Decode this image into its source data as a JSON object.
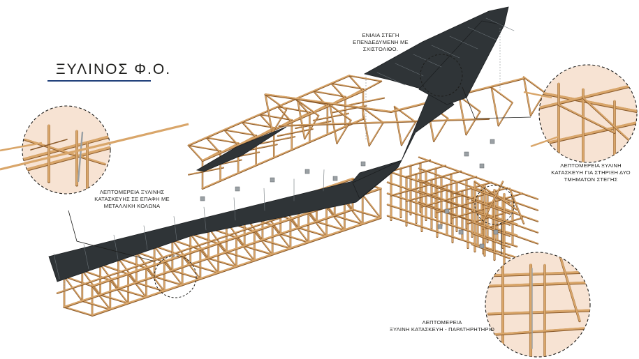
{
  "title": "ΞΥΛΙΝΟΣ Φ.Ο.",
  "colors": {
    "wood": "#d9a66a",
    "wood_edge": "#8a5a2b",
    "roof": "#2f3437",
    "roof_line": "#6b7378",
    "detail_bg": "#f7e3d3",
    "title_rule": "#1f3f7a",
    "metal": "#9aa0a4"
  },
  "annotations": {
    "roof": [
      "ΕΝΙΑΙΑ ΣΤΕΓΗ",
      "ΕΠΕΝΔΕΔΥΜΕΝΗ ΜΕ",
      "ΣΧΙΣΤΟΛΙΘΟ."
    ],
    "column": [
      "ΛΕΠΤΟΜΕΡΕΙΑ ΞΥΛΙΝΗΣ",
      "ΚΑΤΑΣΚΕΥΗΣ ΣΕ ΕΠΑΦΗ ΜΕ",
      "ΜΕΤΑΛΛΙΚΗ ΚΟΛΩΝΑ"
    ],
    "support": [
      "ΛΕΠΤΟΜΕΡΕΙΑ ΞΥΛΙΝΗ",
      "ΚΑΤΑΣΚΕΥΗ ΓΙΑ ΣΤΗΡΙΞΗ ΔΥΟ",
      "ΤΜΗΜΑΤΩΝ ΣΤΕΓΗΣ"
    ],
    "observatory": [
      "ΛΕΠΤΟΜΕΡΕΙΑ",
      "ΞΥΛΙΝΗ ΚΑΤΑΣΚΕΥΗ - ΠΑΡΑΤΗΡΗΤΗΡΙΟ"
    ]
  }
}
